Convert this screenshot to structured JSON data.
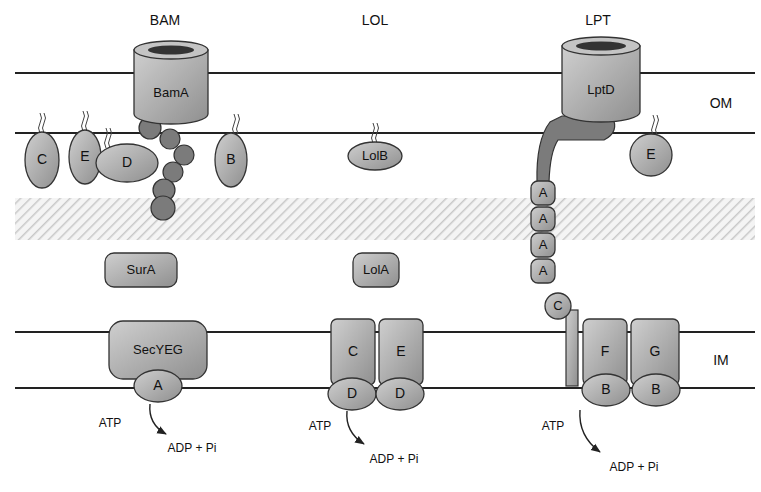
{
  "diagram": {
    "nodes": [
      {
        "text": [
          "BamA"
        ]
      },
      {
        "text": [
          "C"
        ]
      },
      {
        "text": [
          "E"
        ]
      },
      {
        "text": [
          "D"
        ]
      },
      {
        "text": [
          "B"
        ]
      },
      {
        "text": [
          "LolB"
        ]
      },
      {
        "text": [
          "LptD"
        ]
      },
      {
        "text": [
          "E"
        ]
      },
      {
        "text": [
          "SurA"
        ]
      },
      {
        "text": [
          "LolA"
        ]
      },
      {
        "text": [
          "A"
        ]
      },
      {
        "text": [
          "A"
        ]
      },
      {
        "text": [
          "A"
        ]
      },
      {
        "text": [
          "A"
        ]
      },
      {
        "text": [
          "C"
        ]
      },
      {
        "text": [
          "SecYEG"
        ]
      },
      {
        "text": [
          "C"
        ]
      },
      {
        "text": [
          "E"
        ]
      },
      {
        "text": [
          "F"
        ]
      },
      {
        "text": [
          "G"
        ]
      },
      {
        "text": [
          "A"
        ]
      },
      {
        "text": [
          "D"
        ]
      },
      {
        "text": [
          "D"
        ]
      },
      {
        "text": [
          "B"
        ]
      },
      {
        "text": [
          "B"
        ]
      }
    ],
    "labels": [
      "BAM",
      "LOL",
      "LPT",
      "OM",
      "IM",
      "ATP",
      "ADP + Pi",
      "ATP",
      "ADP + Pi",
      "ATP",
      "ADP + Pi"
    ]
  }
}
